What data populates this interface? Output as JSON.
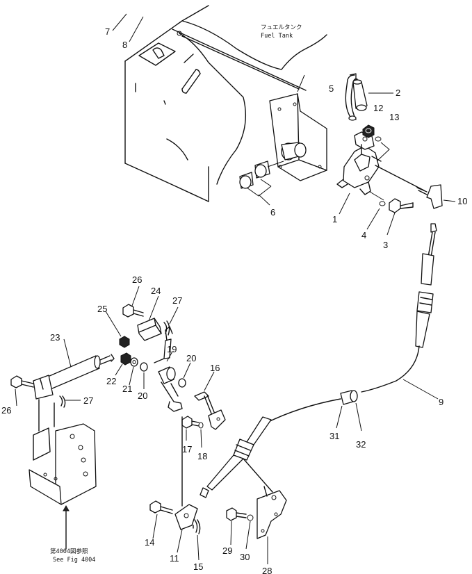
{
  "fuel_tank": {
    "jp": "フュエルタンク",
    "en": "Fuel Tank"
  },
  "see_fig": {
    "jp": "第4004図参照",
    "en": "See Fig 4004"
  },
  "labels": [
    "1",
    "2",
    "3",
    "4",
    "5",
    "6",
    "7",
    "8",
    "9",
    "10",
    "11",
    "12",
    "13",
    "14",
    "15",
    "16",
    "17",
    "18",
    "19",
    "20",
    "20",
    "21",
    "22",
    "23",
    "24",
    "25",
    "26",
    "26",
    "27",
    "27",
    "28",
    "29",
    "30",
    "31",
    "32"
  ]
}
